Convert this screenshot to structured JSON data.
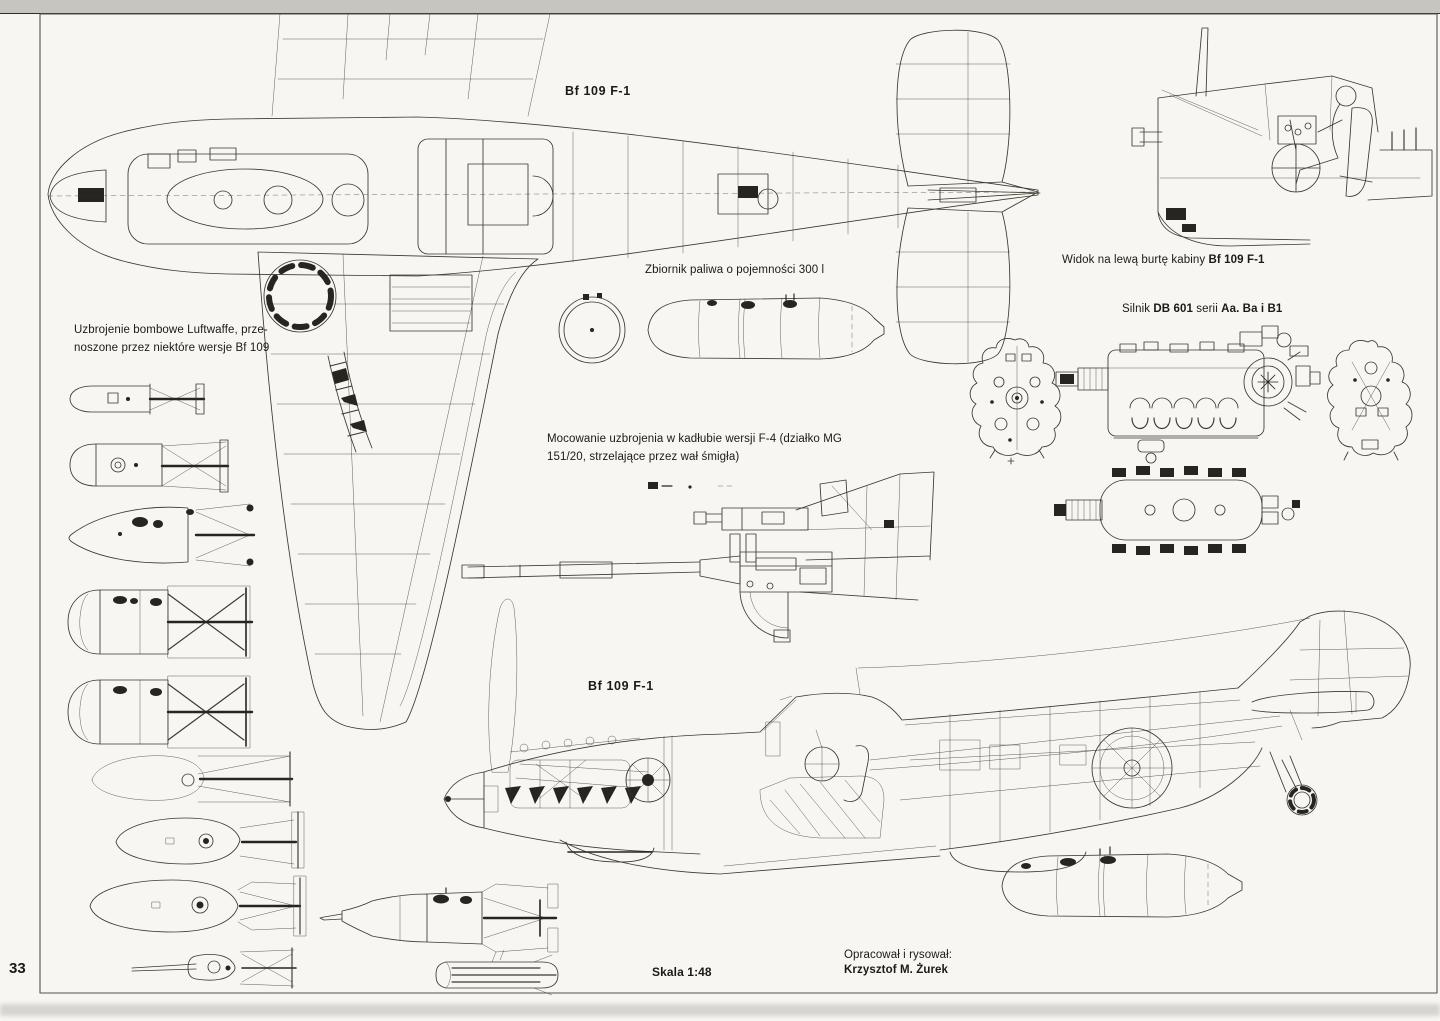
{
  "page": {
    "number": "33",
    "scale": "Skala 1:48",
    "credit_role": "Opracował i rysował:",
    "credit_name": "Krzysztof M. Żurek"
  },
  "labels": {
    "top_plan_title": "Bf 109 F-1",
    "side_profile_title": "Bf 109 F-1",
    "fuel_tank_caption": "Zbiornik paliwa o pojemności 300 l",
    "cockpit_caption_text": "Widok na lewą burtę kabiny",
    "cockpit_caption_model": "Bf 109 F-1",
    "engine_caption_silnik": "Silnik",
    "engine_caption_model": "DB 601",
    "engine_caption_serii": "serii",
    "engine_caption_series": "Aa. Ba i B1",
    "bombs_caption_line1": "Uzbrojenie bombowe Luftwaffe, prze-",
    "bombs_caption_line2": "noszone przez niektóre wersje Bf 109",
    "cannon_caption_line1": "Mocowanie uzbrojenia w kadłubie wersji F-4 (działko MG",
    "cannon_caption_line2": "151/20, strzelające przez wał śmigła)"
  },
  "figures": [
    "top-plan-view-bf109",
    "cockpit-left-side-interior",
    "engine-front-view",
    "engine-side-view",
    "engine-rear-view",
    "engine-top-view",
    "luftwaffe-bombs-set",
    "fuel-tank-cross-section",
    "fuel-tank-profile",
    "mg151-cannon-mount",
    "side-profile-cutaway-bf109",
    "drop-tank-profile",
    "bomb-with-fuze-extender",
    "bomb-tail-top-view"
  ],
  "colors": {
    "ink": "#3a382f",
    "paper": "#f7f6f2",
    "band": "#c6c5c0"
  }
}
